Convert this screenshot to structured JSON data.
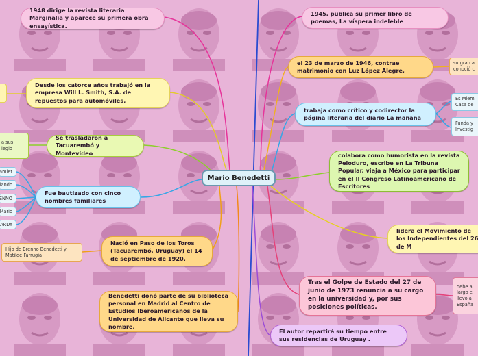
{
  "center": "Mario Benedetti",
  "left_nodes": {
    "n1948": "1948 dirige la revista literaria Marginalia y aparece su primera obra ensayística.",
    "catorce": "Desde los catorce años trabajó en la empresa Will L. Smith, S.A. de repuestos para automóviles,",
    "traslado": "Se trasladaron a Tacuarembó y Montevideo",
    "bautizado": "Fue bautizado con cinco nombres familiares",
    "nacio": "Nació en Paso de los Toros (Tacuarembó, Uruguay) el 14 de septiembre de 1920.",
    "dono": "Benedetti donó parte de su biblioteca personal en Madrid al Centro de Estudios Iberoamericanos de la Universidad de Alicante que lleva su nombre."
  },
  "left_small": {
    "sus": "a sus",
    "legio": "legio",
    "hamlet": "Hamlet",
    "orlando": "orlando",
    "brenno": "BRENNO",
    "mario": "Mario",
    "hardy": "HARDY",
    "hijo": "Hijo de Brenno Benedetti y Matilde Farrugia"
  },
  "right_nodes": {
    "n1945": "1945, publica su primer libro de poemas, La víspera indeleble",
    "marzo": "el 23 de marzo de 1946, contrae matrimonio con Luz López Alegre,",
    "critico": "trabaja como crítico y codirector la página literaria del diario La mañana",
    "humorista": "colabora como humorista en la revista Peloduro, escribe en La Tribuna Popular, viaja a México para participar en el II Congreso Latinoamericano de Escritores",
    "lidera": "lidera el Movimiento de los Independientes del 26 de M",
    "golpe": "Tras el Golpe de Estado del 27 de junio de 1973 renuncia a su cargo en la universidad y, por sus posiciones políticas.",
    "autor": "El autor repartirá su tiempo entre sus residencias de Uruguay ."
  },
  "right_small": {
    "gran": "su gran a conoció c",
    "miem": "Es Miem Casa de",
    "funda": "Funda y Investig",
    "debe": "debe al largo e llevó a España"
  }
}
